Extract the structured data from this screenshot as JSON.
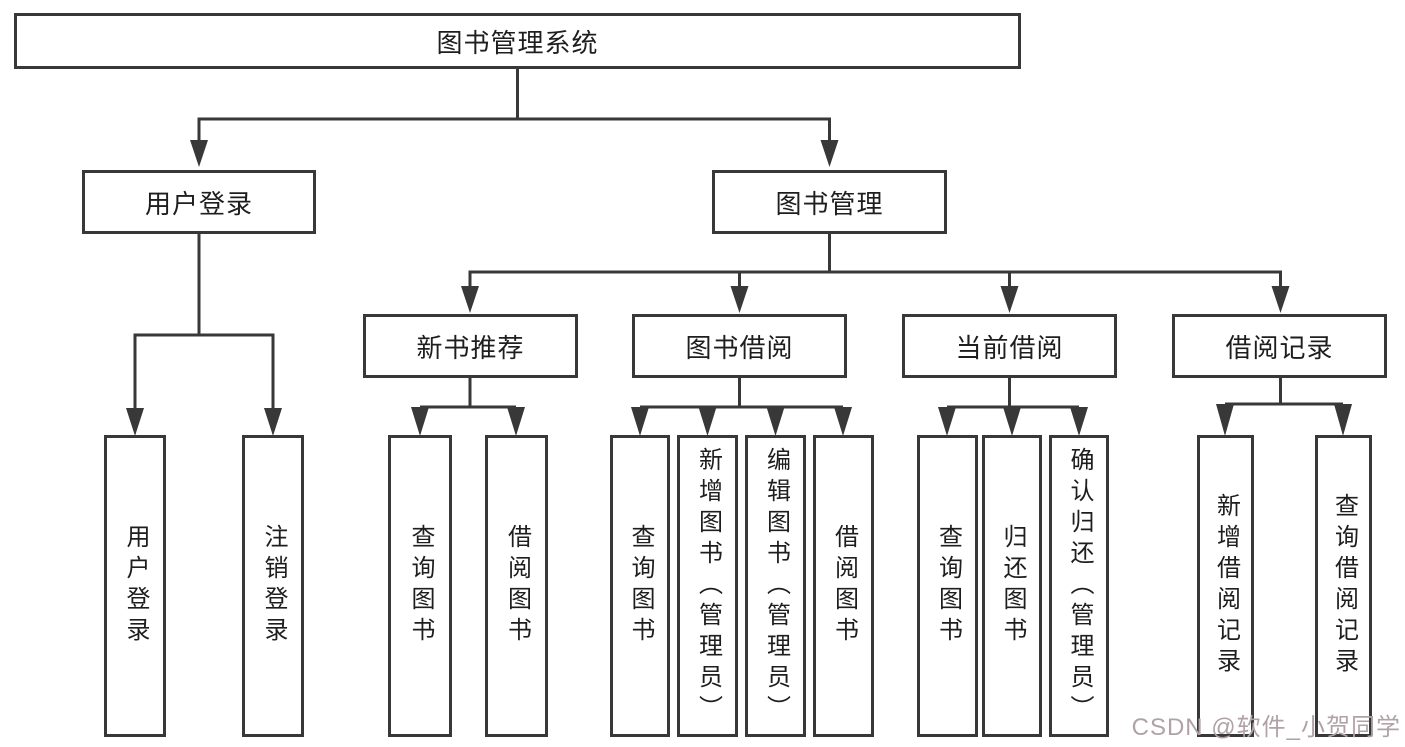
{
  "diagram_title": "图书管理系统",
  "tree": {
    "label": "图书管理系统",
    "children": [
      {
        "label": "用户登录",
        "children": [
          {
            "label": "用户登录"
          },
          {
            "label": "注销登录"
          }
        ]
      },
      {
        "label": "图书管理",
        "children": [
          {
            "label": "新书推荐",
            "children": [
              {
                "label": "查询图书"
              },
              {
                "label": "借阅图书"
              }
            ]
          },
          {
            "label": "图书借阅",
            "children": [
              {
                "label": "查询图书"
              },
              {
                "label": "新增图书（管理员）"
              },
              {
                "label": "编辑图书（管理员）"
              },
              {
                "label": "借阅图书"
              }
            ]
          },
          {
            "label": "当前借阅",
            "children": [
              {
                "label": "查询图书"
              },
              {
                "label": "归还图书"
              },
              {
                "label": "确认归还（管理员）"
              }
            ]
          },
          {
            "label": "借阅记录",
            "children": [
              {
                "label": "新增借阅记录"
              },
              {
                "label": "查询借阅记录"
              }
            ]
          }
        ]
      }
    ]
  },
  "watermark": {
    "text": "CSDN @软件_小贺同学",
    "color": "#b0a2a6"
  },
  "colors": {
    "line": "#383838",
    "text": "#1e1e1e",
    "background": "#ffffff"
  }
}
